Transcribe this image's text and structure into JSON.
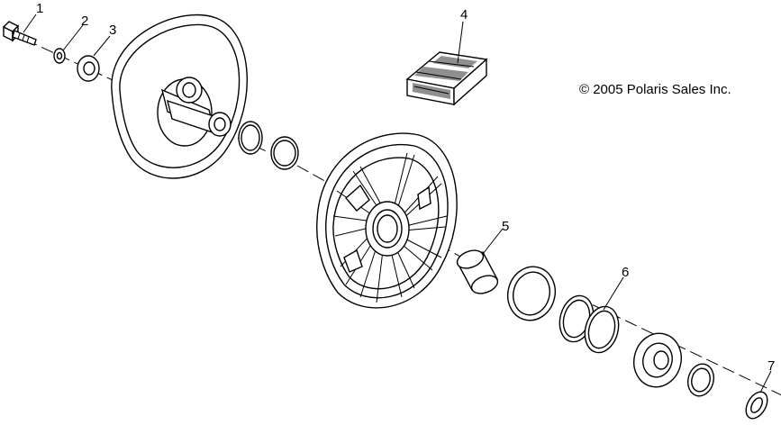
{
  "callouts": [
    "1",
    "2",
    "3",
    "4",
    "5",
    "6",
    "7"
  ],
  "copyright": "© 2005 Polaris Sales Inc.",
  "colors": {
    "line": "#000000",
    "background": "#ffffff",
    "hatch": "#333333"
  }
}
